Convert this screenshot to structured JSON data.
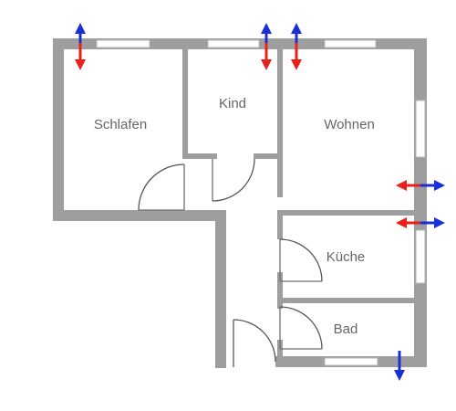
{
  "rooms": {
    "schlafen": "Schlafen",
    "kind": "Kind",
    "wohnen": "Wohnen",
    "kueche": "Küche",
    "bad": "Bad"
  },
  "colors": {
    "wall": "#9e9e9e",
    "label": "#666666",
    "arrow_red": "#e8201c",
    "arrow_blue": "#1a2fd6"
  },
  "markers": [
    {
      "name": "vertical-double-arrow-icon",
      "room": "Schlafen"
    },
    {
      "name": "vertical-double-arrow-icon",
      "room": "Kind"
    },
    {
      "name": "vertical-double-arrow-icon",
      "room": "Wohnen"
    },
    {
      "name": "horizontal-double-arrow-icon",
      "room": "Wohnen"
    },
    {
      "name": "horizontal-double-arrow-icon",
      "room": "Küche"
    },
    {
      "name": "down-arrow-icon",
      "room": "Bad"
    }
  ]
}
